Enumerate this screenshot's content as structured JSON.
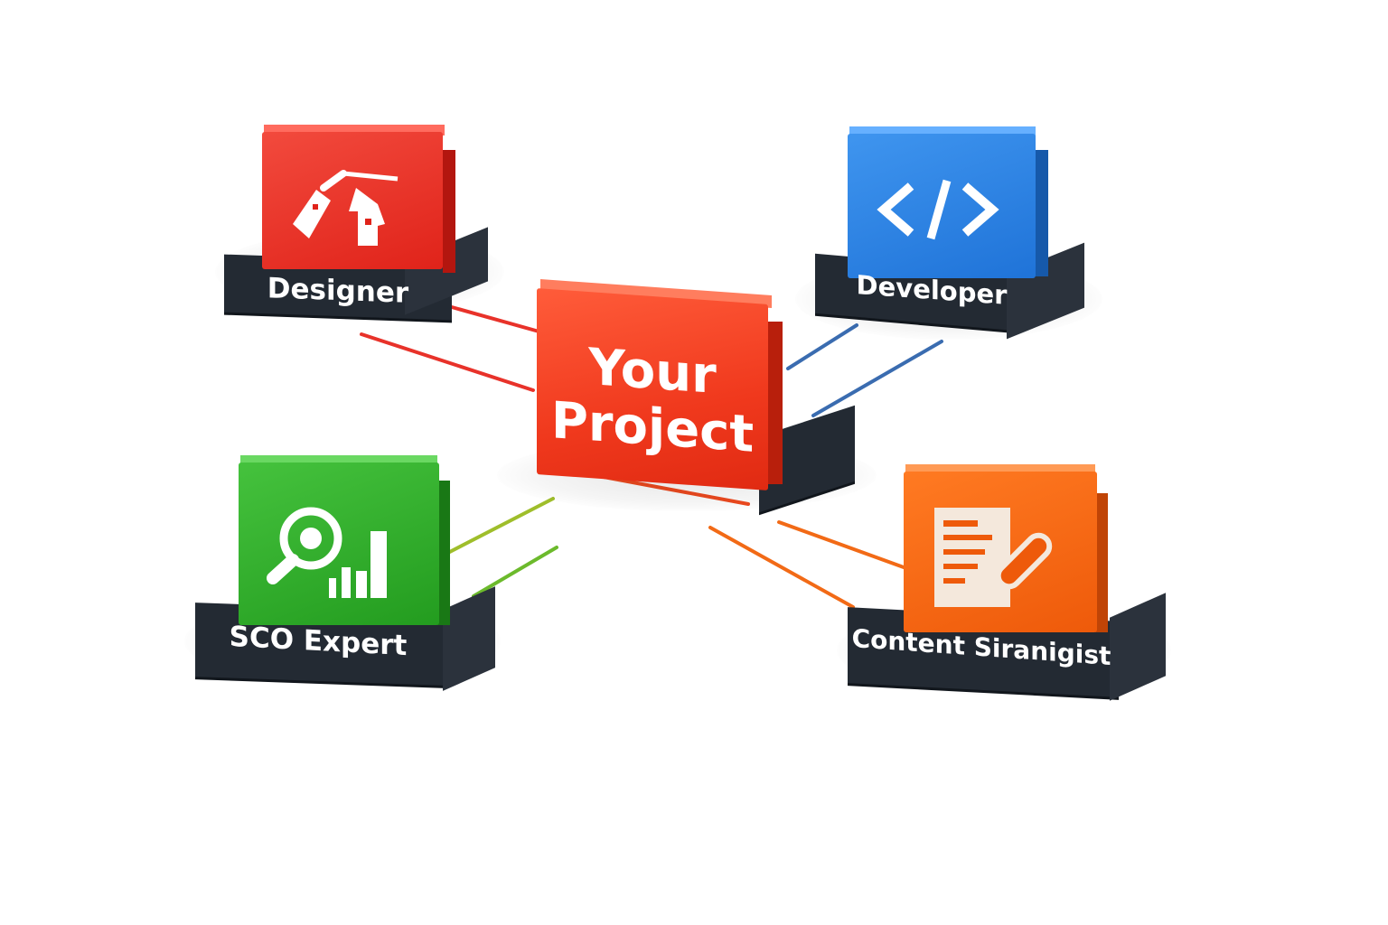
{
  "diagram": {
    "center": {
      "line1": "Your",
      "line2": "Project"
    },
    "nodes": {
      "designer": {
        "label": "Designer",
        "icon": "designer-icon",
        "color": "#e5271d"
      },
      "developer": {
        "label": "Developer",
        "icon": "code-icon",
        "color": "#2b82e4"
      },
      "seo": {
        "label": "SCO Expert",
        "icon": "seo-chart-icon",
        "color": "#33ae2b"
      },
      "content": {
        "label": "Content Siranigist",
        "icon": "document-pen-icon",
        "color": "#f26813"
      }
    },
    "center_color": "#f0391d",
    "base_color": "#232a33"
  }
}
